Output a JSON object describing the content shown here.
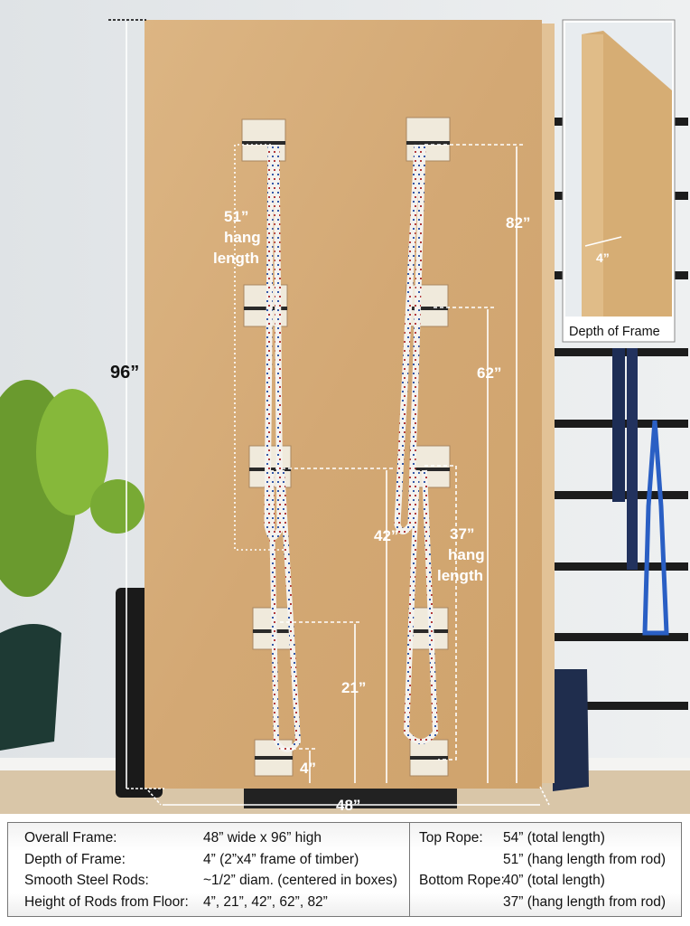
{
  "annotations": {
    "total_height": "96”",
    "top_rope_hang": [
      "51”",
      "hang",
      "length"
    ],
    "rod_82": "82”",
    "rod_62": "62”",
    "rod_42": "42”",
    "bottom_rope_hang": [
      "37”",
      "hang",
      "length"
    ],
    "rod_21": "21”",
    "rod_4": "4”",
    "width": "48”"
  },
  "inset": {
    "caption": "Depth of Frame",
    "depth": "4”"
  },
  "specs": {
    "left": [
      {
        "label": "Overall Frame:",
        "value": "48” wide x 96” high"
      },
      {
        "label": "Depth of Frame:",
        "value": "4” (2”x4” frame of timber)"
      },
      {
        "label": "Smooth Steel Rods:",
        "value": "~1/2” diam. (centered in boxes)"
      },
      {
        "label": "Height of Rods from Floor:",
        "value": "4”, 21”, 42”, 62”, 82”"
      }
    ],
    "right": [
      {
        "label": "Top Rope:",
        "value": "54” (total length)"
      },
      {
        "label": "",
        "value": "51” (hang length from rod)"
      },
      {
        "label": "Bottom Rope:",
        "value": "40” (total length)"
      },
      {
        "label": "",
        "value": "37” (hang length from rod)"
      }
    ]
  },
  "colors": {
    "plywood": "#d8b07c",
    "wall": "#e4e7ea",
    "annotation": "#ffffff"
  }
}
